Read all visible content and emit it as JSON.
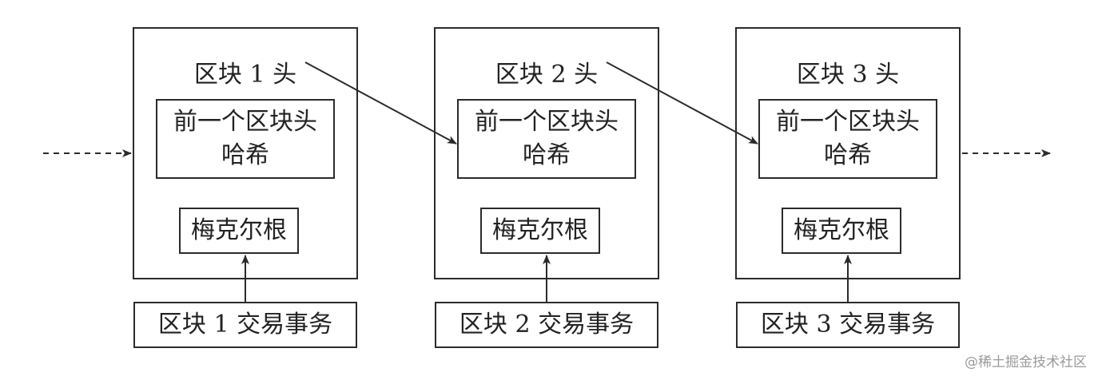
{
  "blocks": [
    {
      "header": "区块 1 头",
      "prev_hash_line1": "前一个区块头",
      "prev_hash_line2": "哈希",
      "merkle_root": "梅克尔根",
      "transactions": "区块 1 交易事务"
    },
    {
      "header": "区块 2 头",
      "prev_hash_line1": "前一个区块头",
      "prev_hash_line2": "哈希",
      "merkle_root": "梅克尔根",
      "transactions": "区块 2 交易事务"
    },
    {
      "header": "区块 3 头",
      "prev_hash_line1": "前一个区块头",
      "prev_hash_line2": "哈希",
      "merkle_root": "梅克尔根",
      "transactions": "区块 3 交易事务"
    }
  ],
  "watermark": "@稀土掘金技术社区",
  "colors": {
    "stroke": "#2b2b2b",
    "text": "#222222",
    "watermark": "#9a9a9a"
  }
}
